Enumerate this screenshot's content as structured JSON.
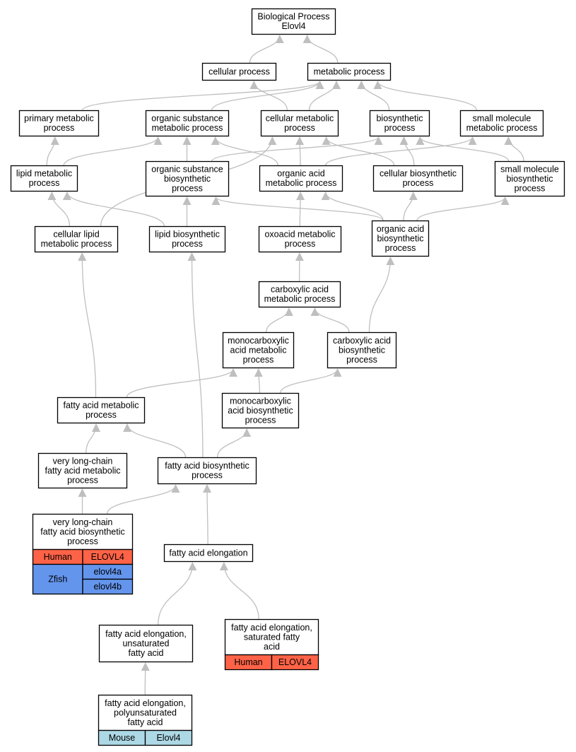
{
  "colors": {
    "edge": "#bfbfbf",
    "node_border": "#000000",
    "human": "#ff6347",
    "zfish": "#6495ed",
    "mouse": "#add8e6"
  },
  "nodes": {
    "bp_root": {
      "lines": [
        "Biological Process",
        "Elovl4"
      ]
    },
    "cellular_process": {
      "lines": [
        "cellular process"
      ]
    },
    "metabolic_process": {
      "lines": [
        "metabolic process"
      ]
    },
    "primary_metabolic": {
      "lines": [
        "primary metabolic",
        "process"
      ]
    },
    "organic_substance_met": {
      "lines": [
        "organic substance",
        "metabolic process"
      ]
    },
    "cellular_metabolic": {
      "lines": [
        "cellular metabolic",
        "process"
      ]
    },
    "biosynthetic": {
      "lines": [
        "biosynthetic",
        "process"
      ]
    },
    "small_molecule_met": {
      "lines": [
        "small molecule",
        "metabolic process"
      ]
    },
    "lipid_metabolic": {
      "lines": [
        "lipid metabolic",
        "process"
      ]
    },
    "organic_substance_bio": {
      "lines": [
        "organic substance",
        "biosynthetic",
        "process"
      ]
    },
    "organic_acid_met": {
      "lines": [
        "organic acid",
        "metabolic process"
      ]
    },
    "cellular_biosynthetic": {
      "lines": [
        "cellular biosynthetic",
        "process"
      ]
    },
    "small_molecule_bio": {
      "lines": [
        "small molecule",
        "biosynthetic",
        "process"
      ]
    },
    "cellular_lipid_met": {
      "lines": [
        "cellular lipid",
        "metabolic process"
      ]
    },
    "lipid_biosynthetic": {
      "lines": [
        "lipid biosynthetic",
        "process"
      ]
    },
    "oxoacid_met": {
      "lines": [
        "oxoacid metabolic",
        "process"
      ]
    },
    "organic_acid_bio": {
      "lines": [
        "organic acid",
        "biosynthetic",
        "process"
      ]
    },
    "carboxylic_acid_met": {
      "lines": [
        "carboxylic acid",
        "metabolic process"
      ]
    },
    "monocarboxylic_met": {
      "lines": [
        "monocarboxylic",
        "acid metabolic",
        "process"
      ]
    },
    "carboxylic_acid_bio": {
      "lines": [
        "carboxylic acid",
        "biosynthetic",
        "process"
      ]
    },
    "fatty_acid_met": {
      "lines": [
        "fatty acid metabolic",
        "process"
      ]
    },
    "monocarboxylic_bio": {
      "lines": [
        "monocarboxylic",
        "acid biosynthetic",
        "process"
      ]
    },
    "vlc_fa_met": {
      "lines": [
        "very long-chain",
        "fatty acid metabolic",
        "process"
      ]
    },
    "fa_biosynthetic": {
      "lines": [
        "fatty acid biosynthetic",
        "process"
      ]
    },
    "vlc_fa_bio": {
      "lines": [
        "very long-chain",
        "fatty acid biosynthetic",
        "process"
      ],
      "genes": [
        {
          "species": "Human",
          "symbols": [
            "ELOVL4"
          ]
        },
        {
          "species": "Zfish",
          "symbols": [
            "elovl4a",
            "elovl4b"
          ]
        }
      ]
    },
    "fa_elongation": {
      "lines": [
        "fatty acid elongation"
      ]
    },
    "fa_elong_unsat": {
      "lines": [
        "fatty acid elongation,",
        "unsaturated",
        "fatty acid"
      ]
    },
    "fa_elong_sat": {
      "lines": [
        "fatty acid elongation,",
        "saturated fatty",
        "acid"
      ],
      "genes": [
        {
          "species": "Human",
          "symbols": [
            "ELOVL4"
          ]
        }
      ]
    },
    "fa_elong_poly": {
      "lines": [
        "fatty acid elongation,",
        "polyunsaturated",
        "fatty acid"
      ],
      "genes": [
        {
          "species": "Mouse",
          "symbols": [
            "Elovl4"
          ]
        }
      ]
    }
  },
  "edges": [
    [
      "cellular_process",
      "bp_root"
    ],
    [
      "metabolic_process",
      "bp_root"
    ],
    [
      "primary_metabolic",
      "metabolic_process"
    ],
    [
      "organic_substance_met",
      "metabolic_process"
    ],
    [
      "cellular_metabolic",
      "metabolic_process"
    ],
    [
      "cellular_metabolic",
      "cellular_process"
    ],
    [
      "biosynthetic",
      "metabolic_process"
    ],
    [
      "small_molecule_met",
      "metabolic_process"
    ],
    [
      "lipid_metabolic",
      "primary_metabolic"
    ],
    [
      "lipid_metabolic",
      "organic_substance_met"
    ],
    [
      "organic_substance_bio",
      "organic_substance_met"
    ],
    [
      "organic_substance_bio",
      "biosynthetic"
    ],
    [
      "organic_acid_met",
      "cellular_metabolic"
    ],
    [
      "organic_acid_met",
      "organic_substance_met"
    ],
    [
      "organic_acid_met",
      "small_molecule_met"
    ],
    [
      "cellular_biosynthetic",
      "biosynthetic"
    ],
    [
      "cellular_biosynthetic",
      "cellular_metabolic"
    ],
    [
      "small_molecule_bio",
      "small_molecule_met"
    ],
    [
      "small_molecule_bio",
      "biosynthetic"
    ],
    [
      "cellular_lipid_met",
      "lipid_metabolic"
    ],
    [
      "cellular_lipid_met",
      "cellular_metabolic"
    ],
    [
      "lipid_biosynthetic",
      "lipid_metabolic"
    ],
    [
      "lipid_biosynthetic",
      "organic_substance_bio"
    ],
    [
      "oxoacid_met",
      "organic_acid_met"
    ],
    [
      "organic_acid_bio",
      "organic_acid_met"
    ],
    [
      "organic_acid_bio",
      "organic_substance_bio"
    ],
    [
      "organic_acid_bio",
      "cellular_biosynthetic"
    ],
    [
      "organic_acid_bio",
      "small_molecule_bio"
    ],
    [
      "carboxylic_acid_met",
      "oxoacid_met"
    ],
    [
      "monocarboxylic_met",
      "carboxylic_acid_met"
    ],
    [
      "carboxylic_acid_bio",
      "carboxylic_acid_met"
    ],
    [
      "carboxylic_acid_bio",
      "organic_acid_bio"
    ],
    [
      "fatty_acid_met",
      "cellular_lipid_met"
    ],
    [
      "fatty_acid_met",
      "monocarboxylic_met"
    ],
    [
      "monocarboxylic_bio",
      "monocarboxylic_met"
    ],
    [
      "monocarboxylic_bio",
      "carboxylic_acid_bio"
    ],
    [
      "vlc_fa_met",
      "fatty_acid_met"
    ],
    [
      "fa_biosynthetic",
      "fatty_acid_met"
    ],
    [
      "fa_biosynthetic",
      "monocarboxylic_bio"
    ],
    [
      "fa_biosynthetic",
      "lipid_biosynthetic"
    ],
    [
      "vlc_fa_bio",
      "vlc_fa_met"
    ],
    [
      "vlc_fa_bio",
      "fa_biosynthetic"
    ],
    [
      "fa_elongation",
      "fa_biosynthetic"
    ],
    [
      "fa_elong_unsat",
      "fa_elongation"
    ],
    [
      "fa_elong_sat",
      "fa_elongation"
    ],
    [
      "fa_elong_poly",
      "fa_elong_unsat"
    ]
  ]
}
